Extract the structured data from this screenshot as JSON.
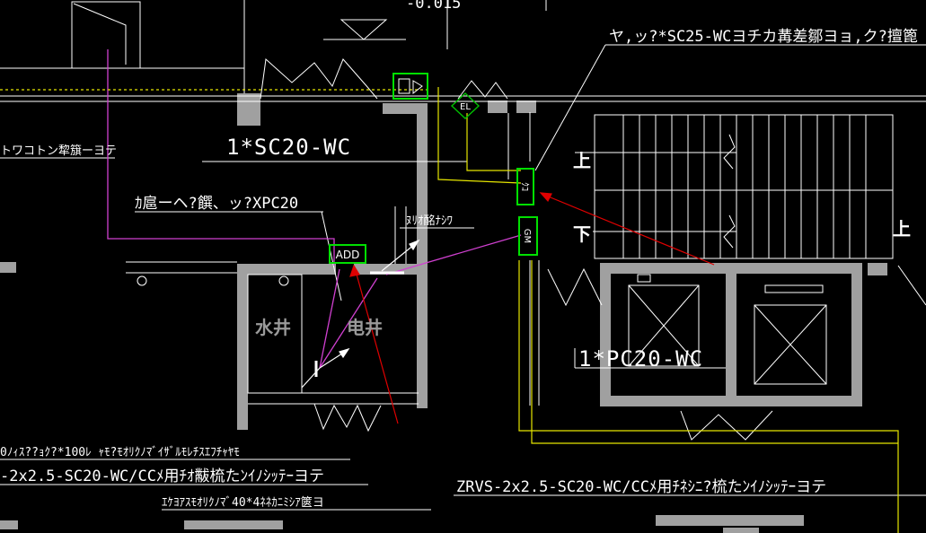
{
  "drawing": {
    "elevation_text": "-0.015",
    "labels": {
      "sc25_note": "ヤ,ッ?*SC25-WCヨチカ冓差鄒ヨョ,ク?擅篦",
      "sc20_wc": "1*SC20-WC",
      "left_note": "トワコトン犂簱ーヨテ",
      "xpc20_note": "ｶ扈ーヘ?饌、ッ?XPC20",
      "right_small": "ﾇﾘｵ酩ﾅｼﾜ",
      "pc20_wc": "1*PC20-WC",
      "bottom_line1": "0ﾉｨｽ??ｮｸ?*100ﾚ ｬﾓ?ﾓｵﾘｸﾉﾏﾞｲｻﾞﾙﾓﾚﾁｽｴﾌﾁｬﾔﾓ",
      "bottom_line2": "-2x2.5-SC20-WC/CCﾒ用ﾁｵ黻梳たﾝｲﾉｼｯﾃｰヨテ",
      "bottom_line3": "ｴｹﾖｱｽﾓｵﾘｸﾉﾏﾞ40*4ﾈﾈｶﾆﾐｼｱ篋ヨ",
      "zrvs_note": "ZRVS-2x2.5-SC20-WC/CCﾒ用ﾁﾈｼﾆ?梳たﾝｲﾉｼｯﾃｰヨテ"
    },
    "rooms": {
      "water_shaft": "水井",
      "elec_shaft": "电井"
    },
    "stair_marks": {
      "up_1": "上",
      "up_2": "上",
      "down": "下"
    },
    "devices": {
      "el_symbol": "EL",
      "add_box": "ADD",
      "box_22": "ｸｺ",
      "gm_box": "GM"
    },
    "colors": {
      "background": "#000000",
      "wall": "#a0a0a0",
      "line_white": "#ffffff",
      "line_magenta": "#d040d0",
      "line_yellow": "#e6e600",
      "device_green": "#00e000",
      "arrow_red": "#e00000"
    }
  }
}
